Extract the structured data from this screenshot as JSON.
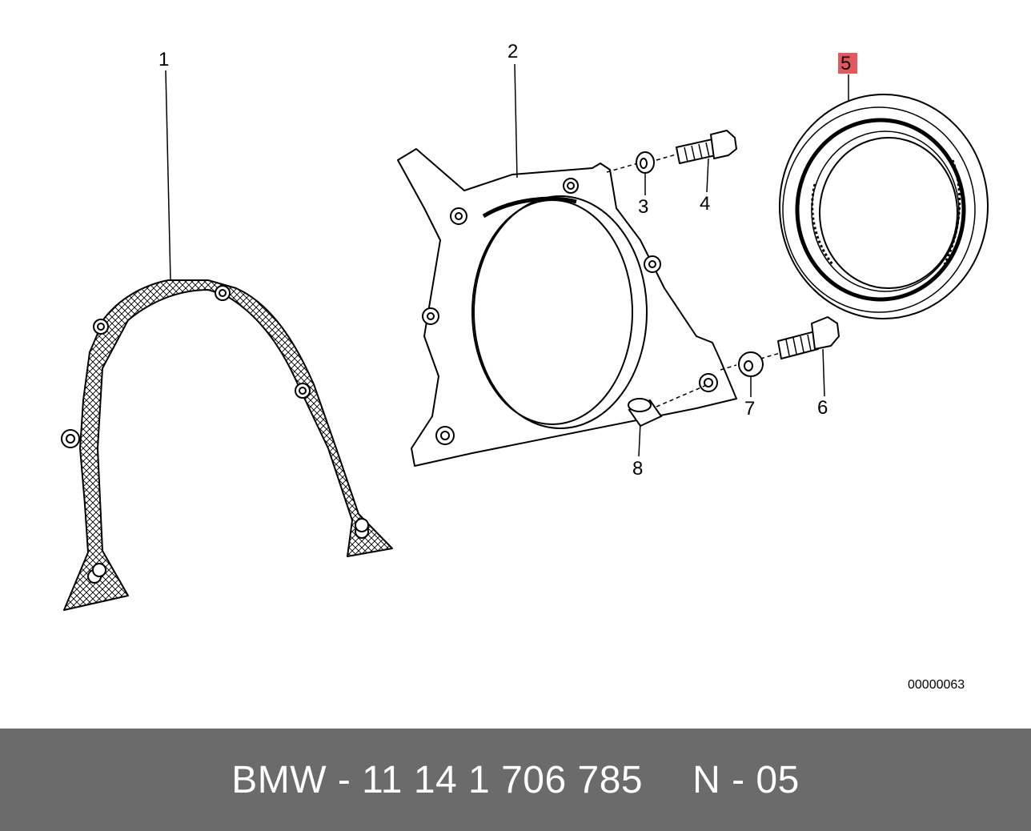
{
  "diagram": {
    "callouts": [
      "1",
      "2",
      "3",
      "4",
      "5",
      "6",
      "7",
      "8"
    ],
    "highlighted_callout": "5",
    "highlight_color": "#e4585c",
    "id_label": "00000063"
  },
  "footer": {
    "part_text": "BMW - 11 14 1 706 785",
    "position_text": "N - 05",
    "background_color": "#6b6b6b",
    "text_color": "#ffffff"
  }
}
